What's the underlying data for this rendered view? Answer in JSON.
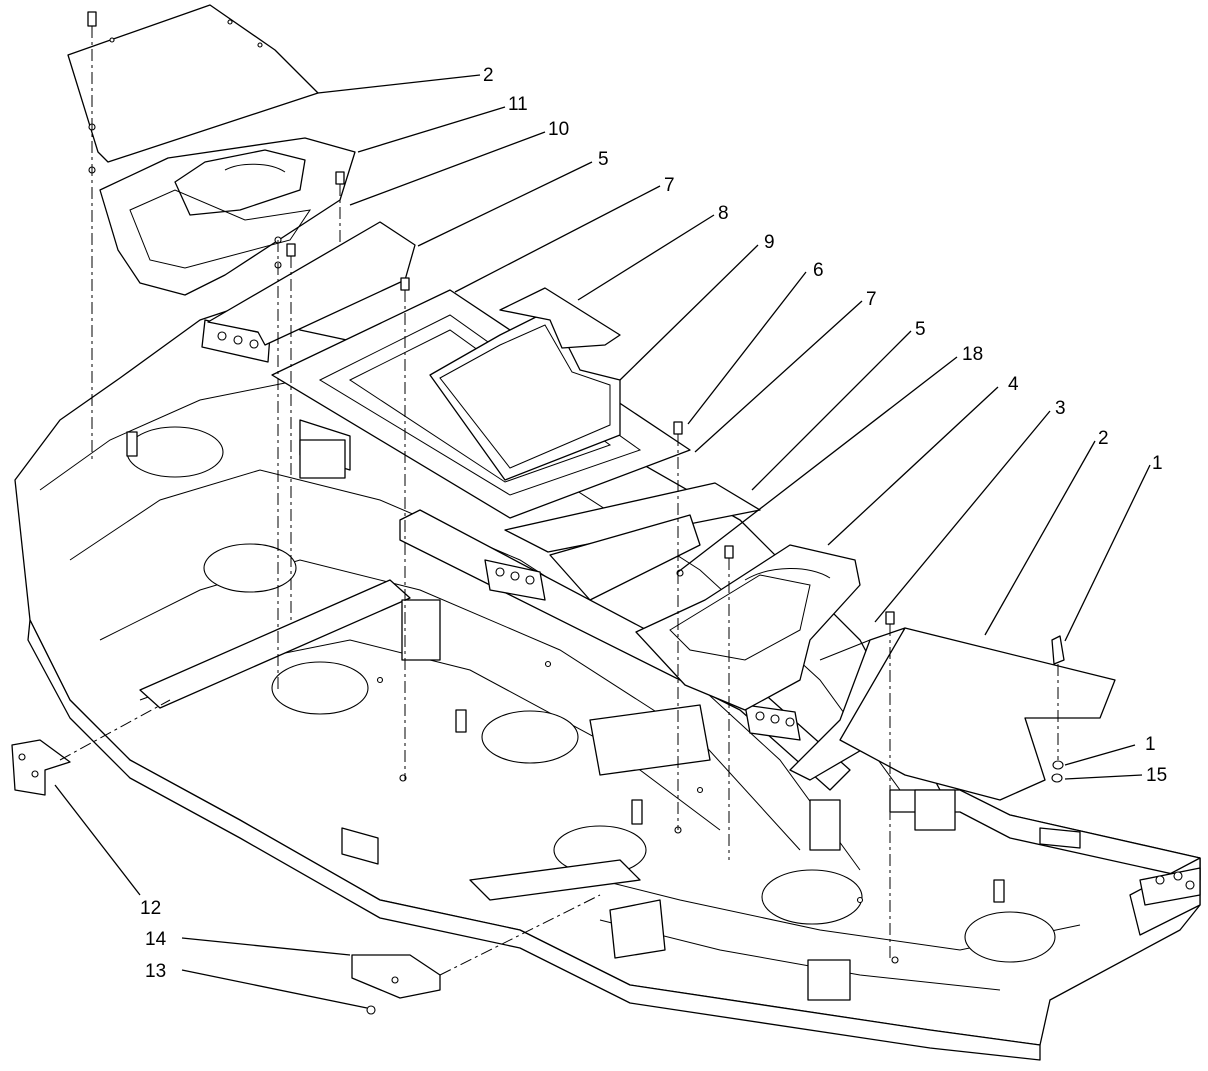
{
  "callouts": [
    {
      "id": "c2a",
      "label": "2"
    },
    {
      "id": "c11",
      "label": "11"
    },
    {
      "id": "c10",
      "label": "10"
    },
    {
      "id": "c5a",
      "label": "5"
    },
    {
      "id": "c7a",
      "label": "7"
    },
    {
      "id": "c8",
      "label": "8"
    },
    {
      "id": "c9",
      "label": "9"
    },
    {
      "id": "c6",
      "label": "6"
    },
    {
      "id": "c7b",
      "label": "7"
    },
    {
      "id": "c5b",
      "label": "5"
    },
    {
      "id": "c18",
      "label": "18"
    },
    {
      "id": "c4",
      "label": "4"
    },
    {
      "id": "c3",
      "label": "3"
    },
    {
      "id": "c2b",
      "label": "2"
    },
    {
      "id": "c1a",
      "label": "1"
    },
    {
      "id": "c1b",
      "label": "1"
    },
    {
      "id": "c15",
      "label": "15"
    },
    {
      "id": "c12",
      "label": "12"
    },
    {
      "id": "c14",
      "label": "14"
    },
    {
      "id": "c13",
      "label": "13"
    }
  ]
}
